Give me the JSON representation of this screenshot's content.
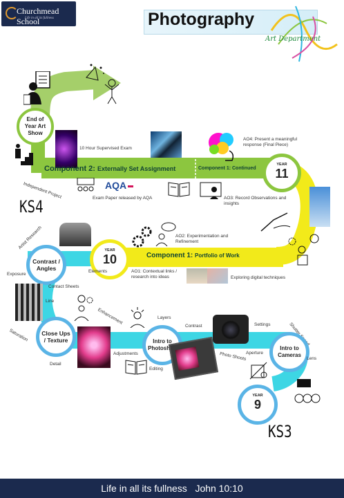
{
  "school": {
    "name": "Churchmead School",
    "motto": "Life in all its fullness"
  },
  "header": {
    "title": "Photography",
    "subtitle": "Art Department"
  },
  "stages": {
    "end_show": "End of Year Art Show",
    "ks4": "KS4",
    "ks3": "KS3"
  },
  "component2": {
    "title_prefix": "Component 2:",
    "title_rest": "Externally Set Assignment",
    "continued": "Component 1: Continued",
    "supervised": "10 Hour Supervised Exam",
    "exam_paper": "Exam Paper released by AQA",
    "aqa": "AQA",
    "independent": "Independent Project"
  },
  "year11": {
    "year": "YEAR",
    "num": "11"
  },
  "year10": {
    "year": "YEAR",
    "num": "10"
  },
  "year9": {
    "year": "YEAR",
    "num": "9"
  },
  "ao": {
    "ao4": "AO4: Present a meaningful response (Final Piece)",
    "ao3": "AO3: Record Observations and insights",
    "ao2": "AO2: Experimentation and Refinement",
    "ao1": "AO1: Contextual links / research into ideas"
  },
  "component1": {
    "title_prefix": "Component 1:",
    "title_rest": "Portfolio of Work",
    "digital": "Exploring digital techniques"
  },
  "topics": {
    "contrast_angles": "Contrast / Angles",
    "closeups": "Close Ups / Texture",
    "intro_photoshop": "Intro to Photoshop",
    "intro_cameras": "Intro to Cameras"
  },
  "labels": {
    "artist_research": "Artist Research",
    "exposure": "Exposure",
    "contact_sheets": "Contact Sheets",
    "line": "Line",
    "elements": "Elements",
    "enhancement": "Enhancement",
    "saturation": "Saturation",
    "detail": "Detail",
    "adjustments": "Adjustments",
    "editing": "Editing",
    "layers": "Layers",
    "contrast": "Contrast",
    "settings": "Settings",
    "shutter_speed": "Shutter Speed",
    "photo_shoots": "Photo Shoots",
    "aperture": "Aperture",
    "lens": "Lens"
  },
  "footer": {
    "text": "Life in all its fullness   John 10:10"
  },
  "colors": {
    "navy": "#1b2a4e",
    "green": "#8cc63f",
    "yellow": "#f2ea1a",
    "cyan": "#3dd6e4",
    "circle_blue": "#5ab4e6"
  }
}
